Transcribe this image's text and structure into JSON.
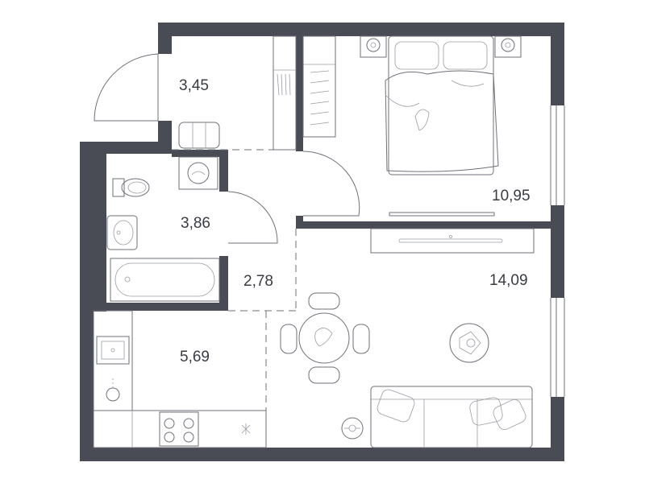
{
  "rooms": [
    {
      "id": "hall",
      "area": "3,45"
    },
    {
      "id": "bathroom",
      "area": "3,86"
    },
    {
      "id": "corridor",
      "area": "2,78"
    },
    {
      "id": "kitchen",
      "area": "5,69"
    },
    {
      "id": "bedroom",
      "area": "10,95"
    },
    {
      "id": "living-room",
      "area": "14,09"
    }
  ],
  "colors": {
    "wall": "#4a4c55",
    "line": "#6f7179",
    "background": "#ffffff"
  }
}
